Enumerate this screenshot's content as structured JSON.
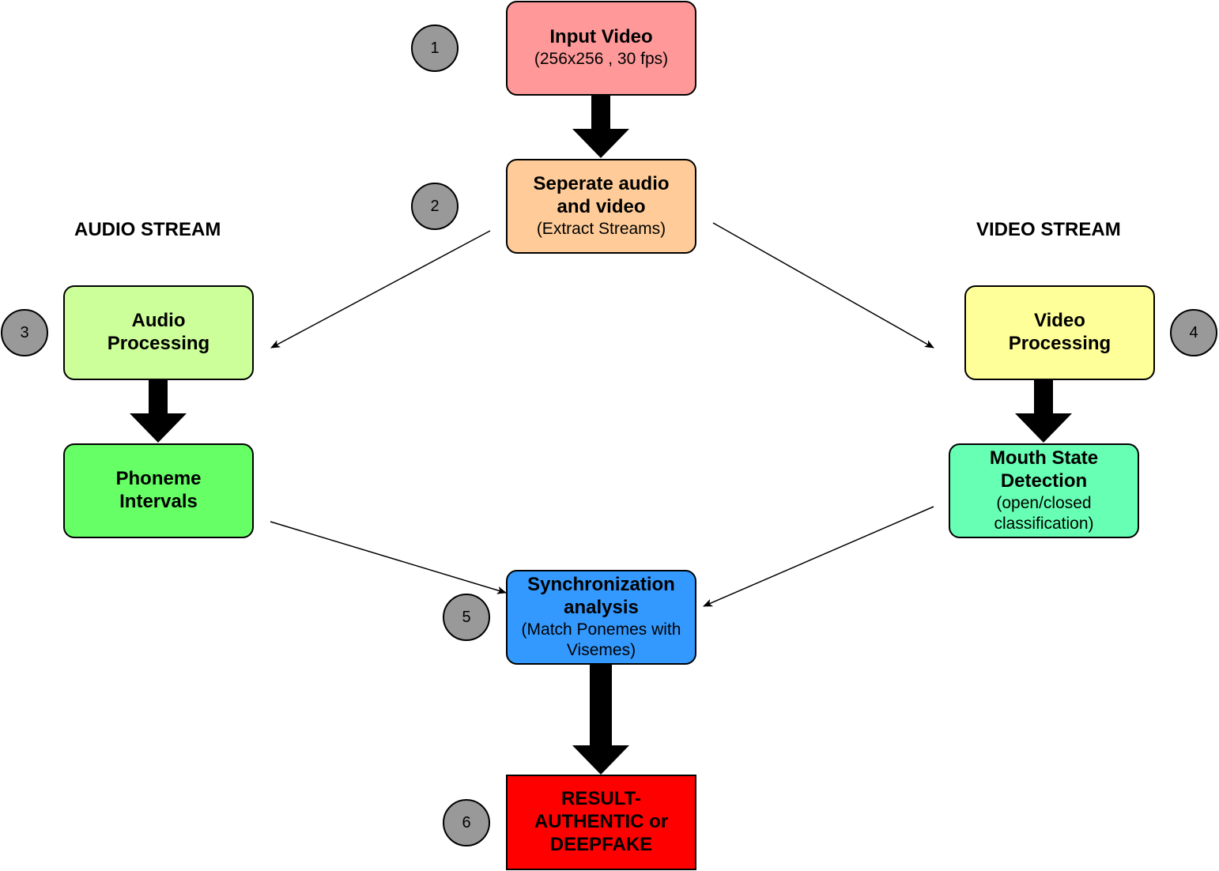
{
  "nodes": {
    "input": {
      "title": "Input Video",
      "sub": "(256x256 , 30 fps)",
      "color": "#ff9999"
    },
    "separate": {
      "title": "Seperate audio\nand video",
      "sub": "(Extract Streams)",
      "color": "#ffcc99"
    },
    "audio_processing": {
      "title": "Audio\nProcessing",
      "color": "#ccff99"
    },
    "phoneme": {
      "title": "Phoneme\nIntervals",
      "color": "#66ff66"
    },
    "video_processing": {
      "title": "Video\nProcessing",
      "color": "#ffff99"
    },
    "mouth": {
      "title": "Mouth State\nDetection",
      "sub": "(open/closed\nclassification)",
      "color": "#66ffb3"
    },
    "sync": {
      "title": "Synchronization\nanalysis",
      "sub": "(Match Ponemes with\nVisemes)",
      "color": "#3399ff"
    },
    "result": {
      "title": "RESULT-\nAUTHENTIC or\nDEEPFAKE",
      "color": "#ff0000"
    }
  },
  "labels": {
    "audio_stream": "AUDIO STREAM",
    "video_stream": "VIDEO STREAM"
  },
  "steps": [
    "1",
    "2",
    "3",
    "4",
    "5",
    "6"
  ],
  "step_color": "#999999"
}
